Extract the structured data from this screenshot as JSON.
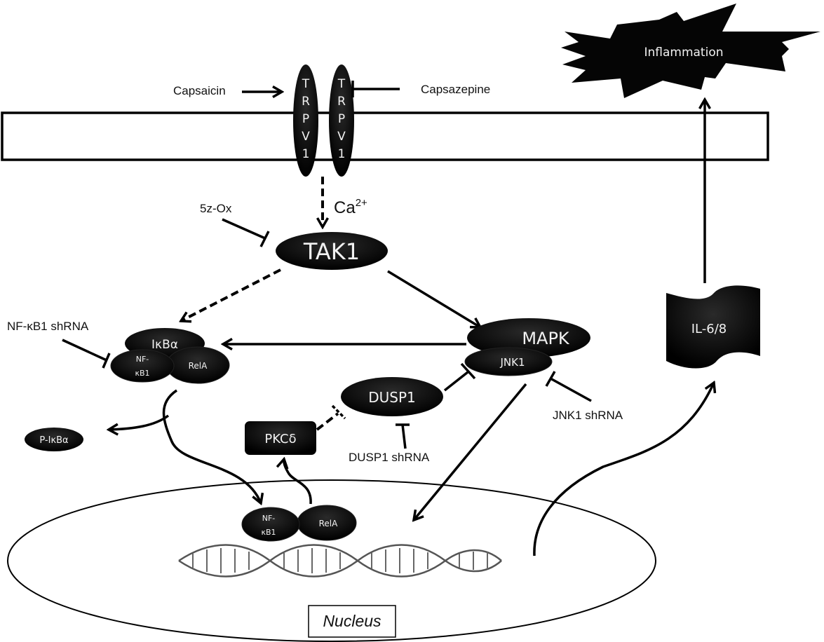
{
  "diagram": {
    "title": "TRPV1-TAK1 signaling pathway to inflammation",
    "colors": {
      "node_fill": "#050505",
      "node_text": "#f2f2f2",
      "line": "#000000",
      "background": "#ffffff"
    },
    "external_labels": {
      "capsaicin": "Capsaicin",
      "capsazepine": "Capsazepine",
      "calcium_base": "Ca",
      "calcium_sup": "2+",
      "inhibitor_5z": "5z-Ox",
      "nfkb1_shrna": "NF-κB1 shRNA",
      "jnk1_shrna": "JNK1 shRNA",
      "dusp1_shrna": "DUSP1 shRNA"
    },
    "trpv1": {
      "letters": [
        "T",
        "R",
        "P",
        "V",
        "1"
      ]
    },
    "nodes": {
      "inflammation": "Inflammation",
      "tak1": "TAK1",
      "ikba": "IκBα",
      "nfkb1_line1": "NF-",
      "nfkb1_line2": "κB1",
      "rela": "RelA",
      "p_ikba": "P-IκBα",
      "mapk": "MAPK",
      "jnk1": "JNK1",
      "dusp1": "DUSP1",
      "pkcd": "PKCδ",
      "il68": "IL-6/8",
      "nuclear_nfkb1_line1": "NF-",
      "nuclear_nfkb1_line2": "κB1",
      "nuclear_rela": "RelA"
    },
    "compartments": {
      "nucleus": "Nucleus"
    },
    "edges": [
      {
        "from": "Capsaicin",
        "to": "TRPV1",
        "type": "activation"
      },
      {
        "from": "Capsazepine",
        "to": "TRPV1",
        "type": "inhibition"
      },
      {
        "from": "TRPV1",
        "to": "TAK1",
        "type": "activation-indirect",
        "via": "Ca2+"
      },
      {
        "from": "5z-Ox",
        "to": "TAK1",
        "type": "inhibition"
      },
      {
        "from": "TAK1",
        "to": "IκBα/NF-κB1/RelA",
        "type": "activation-indirect"
      },
      {
        "from": "TAK1",
        "to": "MAPK",
        "type": "activation"
      },
      {
        "from": "MAPK",
        "to": "IκBα/NF-κB1/RelA",
        "type": "activation"
      },
      {
        "from": "NF-κB1 shRNA",
        "to": "NF-κB1",
        "type": "inhibition"
      },
      {
        "from": "IκBα/NF-κB1/RelA",
        "to": "P-IκBα",
        "type": "activation"
      },
      {
        "from": "IκBα/NF-κB1/RelA",
        "to": "Nuclear NF-κB1/RelA",
        "type": "translocation"
      },
      {
        "from": "Nuclear RelA",
        "to": "PKCδ",
        "type": "activation"
      },
      {
        "from": "PKCδ",
        "to": "DUSP1",
        "type": "inhibition-indirect"
      },
      {
        "from": "DUSP1",
        "to": "JNK1",
        "type": "inhibition"
      },
      {
        "from": "DUSP1 shRNA",
        "to": "DUSP1",
        "type": "inhibition"
      },
      {
        "from": "JNK1 shRNA",
        "to": "JNK1",
        "type": "inhibition"
      },
      {
        "from": "JNK1",
        "to": "Nucleus",
        "type": "activation"
      },
      {
        "from": "Nucleus",
        "to": "IL-6/8",
        "type": "activation"
      },
      {
        "from": "IL-6/8",
        "to": "Inflammation",
        "type": "activation"
      }
    ]
  }
}
